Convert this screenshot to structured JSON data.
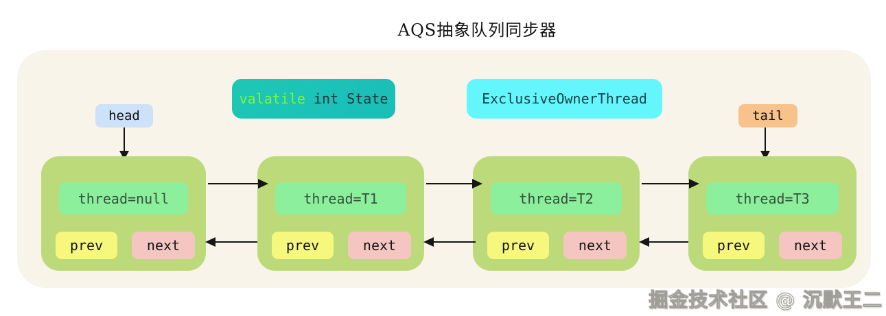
{
  "title": "AQS抽象队列同步器",
  "watermark": "掘金技术社区 @ 沉默王二",
  "state_box": {
    "keyword": "valatile",
    "rest": " int State"
  },
  "owner_box": {
    "label": "ExclusiveOwnerThread"
  },
  "pointers": {
    "head": "head",
    "tail": "tail"
  },
  "nodes": [
    {
      "thread": "thread=null",
      "prev": "prev",
      "next": "next"
    },
    {
      "thread": "thread=T1",
      "prev": "prev",
      "next": "next"
    },
    {
      "thread": "thread=T2",
      "prev": "prev",
      "next": "next"
    },
    {
      "thread": "thread=T3",
      "prev": "prev",
      "next": "next"
    }
  ],
  "colors": {
    "container_bg": "#f8f4e9",
    "node_bg": "#bdda7b",
    "thread_bg": "#8cef9b",
    "prev_bg": "#f6f77d",
    "next_bg": "#f5c5c2",
    "state_bg": "#1fc7b5",
    "state_keyword_color": "#7ef53c",
    "owner_bg": "#63f7fd",
    "head_bg": "#cde1f8",
    "tail_bg": "#f8c28b"
  }
}
